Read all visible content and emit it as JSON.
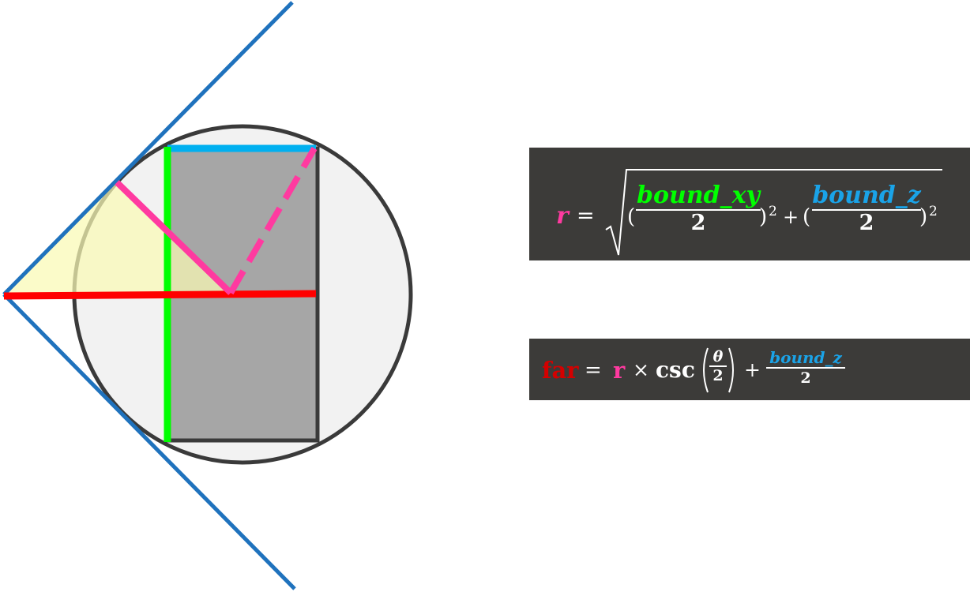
{
  "colors": {
    "background": "#ffffff",
    "circle_fill": "#f2f2f2",
    "circle_stroke": "#3a3a3a",
    "rect_fill": "#a6a6a6",
    "frustum_lines": "#1f72bd",
    "yellow_region": "#fafab4",
    "radius_pink": "#ff3aa0",
    "far_red": "#ff0000",
    "bound_xy_green": "#00ff00",
    "bound_z_blue": "#00b0f0",
    "formula_box": "#3c3b39",
    "formula_text": "#ffffff",
    "r_label": "#ff3aa0",
    "far_label": "#d40000",
    "bound_xy_text": "#00ff00",
    "bound_z_text": "#1aa3e8"
  },
  "formula_r": {
    "lhs": "r",
    "equals": "=",
    "open1": "(",
    "num1": "bound_xy",
    "den1": "2",
    "close1": ")",
    "exp1": "2",
    "plus": "+",
    "open2": "(",
    "num2": "bound_z",
    "den2": "2",
    "close2": ")",
    "exp2": "2"
  },
  "formula_far": {
    "lhs": "far",
    "equals": "=",
    "r": "r",
    "times": "×",
    "func": "csc",
    "theta": "θ",
    "theta_den": "2",
    "plus": "+",
    "num": "bound_z",
    "den": "2"
  }
}
